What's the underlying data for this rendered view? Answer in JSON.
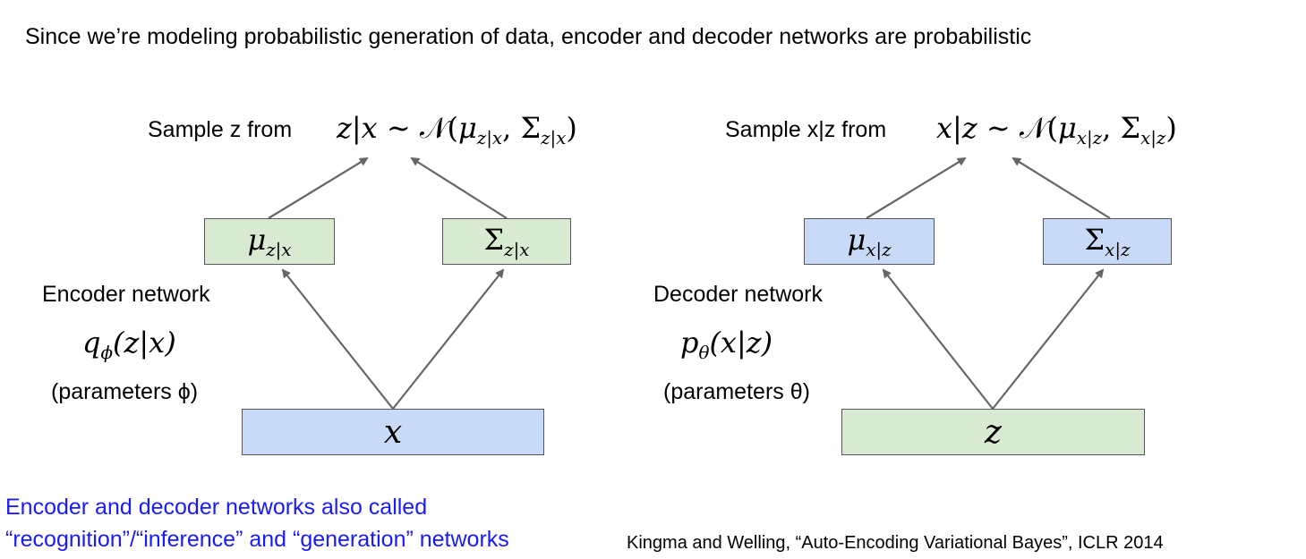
{
  "heading": "Since we’re modeling probabilistic generation of data, encoder and decoder networks are probabilistic",
  "encoder": {
    "sample_label": "Sample z from",
    "sample_math": {
      "lhs": "z|x ∼ ",
      "N": "𝒩",
      "mu": "μ",
      "mu_sub": "z|x",
      "sigma": "Σ",
      "sigma_sub": "z|x"
    },
    "mu_box": {
      "sym": "μ",
      "sub": "z|x"
    },
    "sigma_box": {
      "sym": "Σ",
      "sub": "z|x"
    },
    "input_box": "x",
    "network_label": "Encoder network",
    "dist_math": {
      "q": "q",
      "q_sub": "ϕ",
      "args": "(z|x)"
    },
    "params": "(parameters ϕ)"
  },
  "decoder": {
    "sample_label": "Sample x|z from",
    "sample_math": {
      "lhs": "x|z ∼ ",
      "N": "𝒩",
      "mu": "μ",
      "mu_sub": "x|z",
      "sigma": "Σ",
      "sigma_sub": "x|z"
    },
    "mu_box": {
      "sym": "μ",
      "sub": "x|z"
    },
    "sigma_box": {
      "sym": "Σ",
      "sub": "x|z"
    },
    "input_box": "z",
    "network_label": "Decoder network",
    "dist_math": {
      "p": "p",
      "p_sub": "θ",
      "args": "(x|z)"
    },
    "params": "(parameters θ)"
  },
  "note_line1": "Encoder and decoder networks also called",
  "note_line2": "“recognition”/“inference” and “generation” networks",
  "citation": "Kingma and Welling, “Auto-Encoding Variational Bayes”, ICLR 2014",
  "colors": {
    "green_box": "#d9ead3",
    "blue_box": "#c9daf8",
    "arrow": "#666666",
    "note_text": "#1a1aff"
  }
}
